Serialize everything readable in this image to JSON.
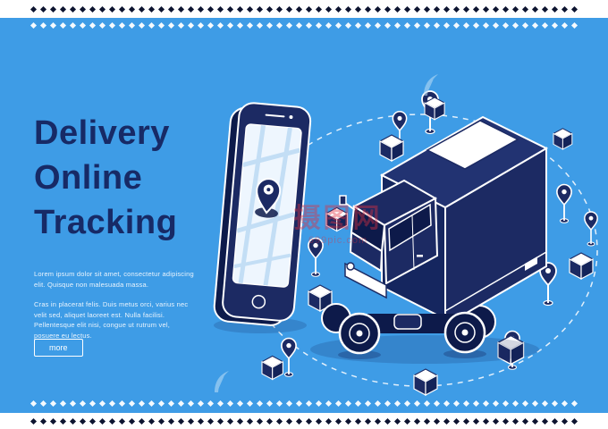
{
  "banner": {
    "title_lines": [
      "Delivery",
      "Online",
      "Tracking"
    ],
    "paragraphs": [
      "Lorem ipsum dolor sit amet, consectetur adipiscing elit. Quisque non malesuada massa.",
      "Cras in placerat felis. Duis metus orci, varius nec velit sed, aliquet laoreet est. Nulla facilisi. Pellentesque elit nisi, congue ut rutrum vel, posuere eu lectus."
    ],
    "more_label": "more"
  },
  "watermark": {
    "brand": "摄图网",
    "domain": "699pic.com"
  },
  "illustration": {
    "icons": [
      "smartphone-map-pin",
      "delivery-truck",
      "package-cubes",
      "location-markers",
      "dashed-route"
    ]
  },
  "colors": {
    "background": "#3e9ce6",
    "ink": "#1c2a63",
    "line": "#ffffff"
  }
}
